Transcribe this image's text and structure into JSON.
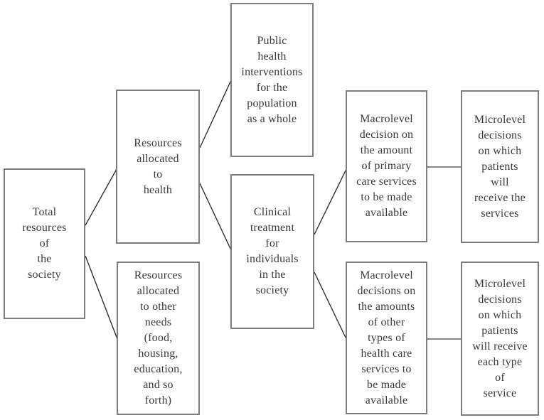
{
  "diagram": {
    "description": "Flowchart of societal resource allocation to health care decisions",
    "colors": {
      "background": "#ffffff",
      "box_border": "#7b7c7e",
      "text": "#3a3a3a",
      "diagonal_connector": "#2e2e2e",
      "horizontal_connector": "#85878a"
    },
    "nodes": [
      {
        "id": "total-resources",
        "text": "Total\nresources\nof\nthe\nsociety"
      },
      {
        "id": "resources-health",
        "text": "Resources\nallocated\nto\nhealth"
      },
      {
        "id": "resources-other",
        "text": "Resources\nallocated\nto other\nneeds\n(food,\nhousing,\neducation,\nand so\nforth)"
      },
      {
        "id": "public-health",
        "text": "Public\nhealth\ninterventions\nfor the\npopulation\nas a whole"
      },
      {
        "id": "clinical-treatment",
        "text": "Clinical\ntreatment\nfor\nindividuals\nin the\nsociety"
      },
      {
        "id": "macro-primary",
        "text": "Macrolevel\ndecision on\nthe amount\nof primary\ncare services\nto be made\navailable"
      },
      {
        "id": "macro-other",
        "text": "Macrolevel\ndecisions on\nthe amounts\nof other\ntypes of\nhealth care\nservices to\nbe made\navailable"
      },
      {
        "id": "micro-services",
        "text": "Microlevel\ndecisions\non which\npatients\nwill\nreceive the\nservices"
      },
      {
        "id": "micro-each-type",
        "text": "Microlevel\ndecisions\non which\npatients\nwill receive\neach type\nof\nservice"
      }
    ],
    "edges": [
      {
        "from": "total-resources",
        "to": "resources-health"
      },
      {
        "from": "total-resources",
        "to": "resources-other"
      },
      {
        "from": "resources-health",
        "to": "public-health"
      },
      {
        "from": "resources-health",
        "to": "clinical-treatment"
      },
      {
        "from": "clinical-treatment",
        "to": "macro-primary"
      },
      {
        "from": "clinical-treatment",
        "to": "macro-other"
      },
      {
        "from": "macro-primary",
        "to": "micro-services"
      },
      {
        "from": "macro-other",
        "to": "micro-each-type"
      }
    ]
  }
}
